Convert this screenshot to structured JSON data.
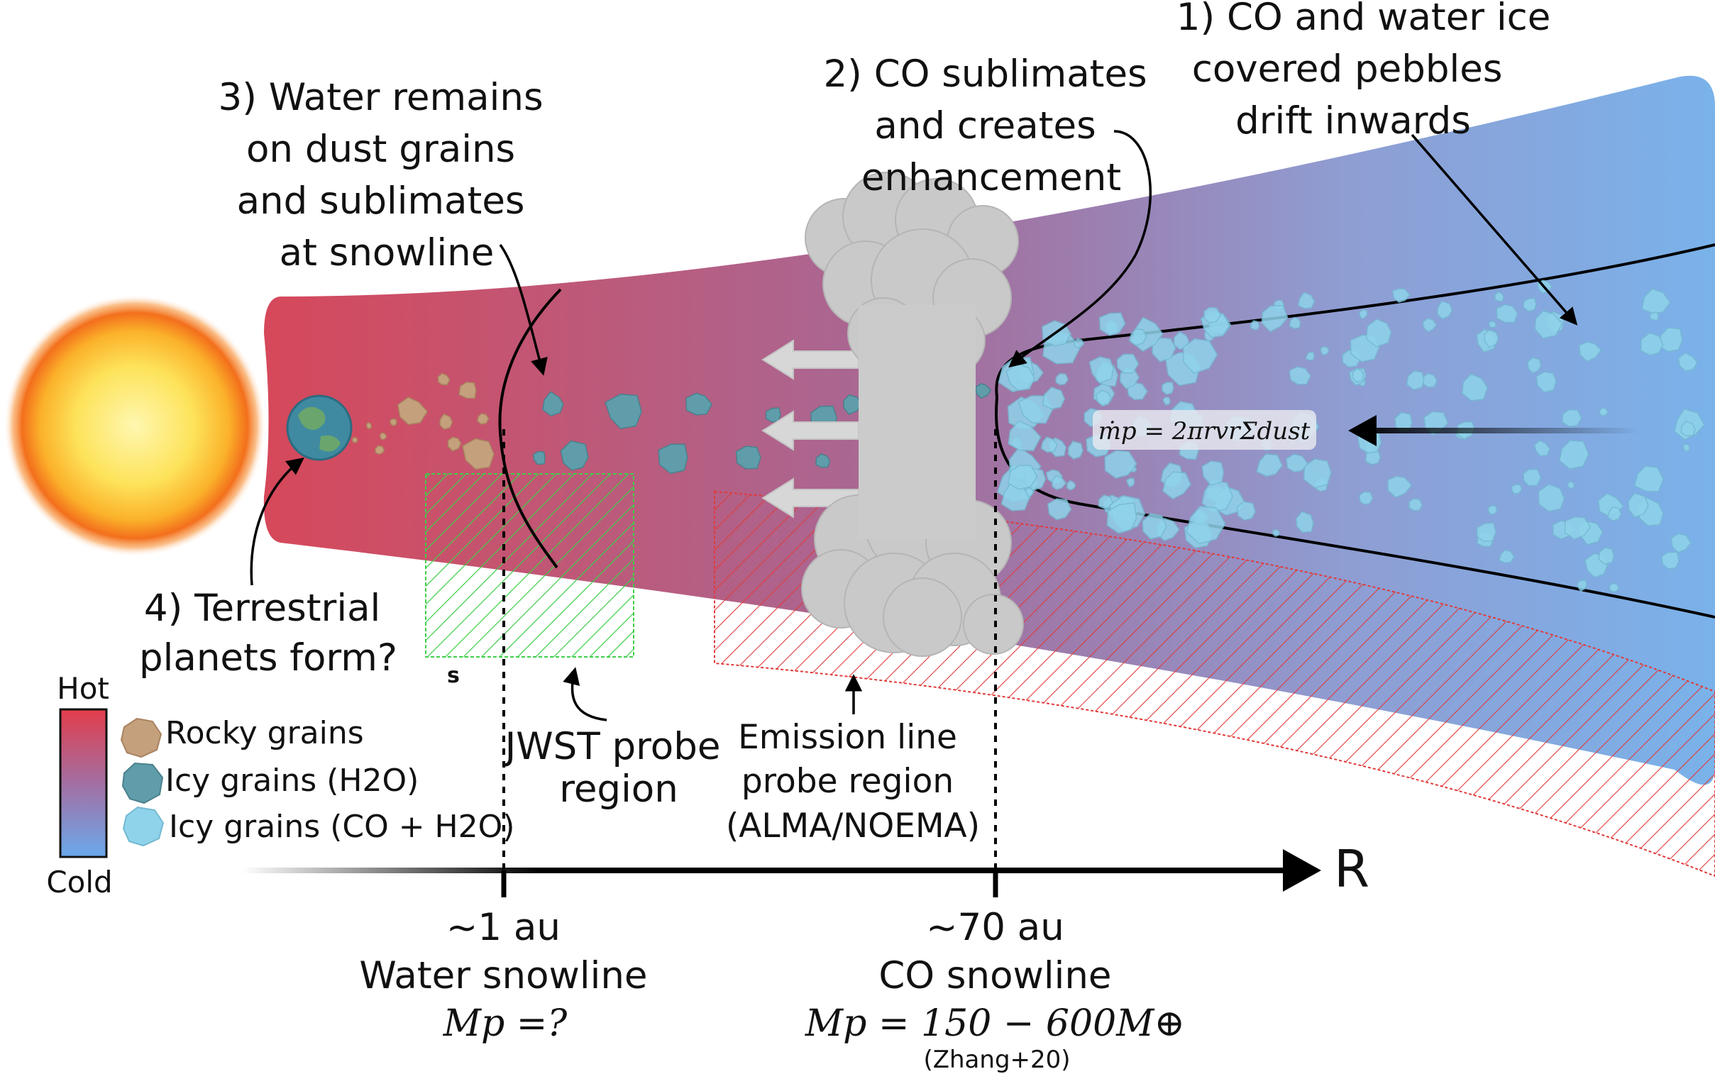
{
  "labels": {
    "step1": [
      "1) CO and water ice",
      "covered pebbles",
      "drift inwards"
    ],
    "step2": [
      "2) CO sublimates",
      "and creates",
      "enhancement"
    ],
    "step3": [
      "3) Water remains",
      "on dust grains",
      "and sublimates",
      "at snowline"
    ],
    "step4": [
      "4)  Terrestrial",
      "planets form?"
    ],
    "stray_mark": "s",
    "mass_flux": "ṁp = 2πrvrΣdust"
  },
  "probes": {
    "jwst": [
      "JWST probe",
      "region"
    ],
    "emission": [
      "Emission line",
      "probe region",
      "(ALMA/NOEMA)"
    ]
  },
  "axis": {
    "label": "R",
    "water": {
      "distance": "~1 au",
      "name": "Water snowline",
      "mass": "Mp =?"
    },
    "co": {
      "distance": "~70 au",
      "name": "CO snowline",
      "mass": "Mp = 150 − 600M⊕",
      "ref": "(Zhang+20)"
    }
  },
  "legend": {
    "scale_top": "Hot",
    "scale_bottom": "Cold",
    "items": [
      {
        "label": "Rocky grains",
        "color": "#c4a07d"
      },
      {
        "label": "Icy grains (H2O)",
        "color": "#5f9daa"
      },
      {
        "label": "Icy grains (CO + H2O)",
        "color": "#8fd3ea"
      }
    ]
  },
  "colors": {
    "hot": "#d6485a",
    "cold": "#7ab2ea",
    "jwst_hatch": "#3ecf4a",
    "emission_hatch": "#e03a3a",
    "cloud": "#c9c9c9"
  }
}
